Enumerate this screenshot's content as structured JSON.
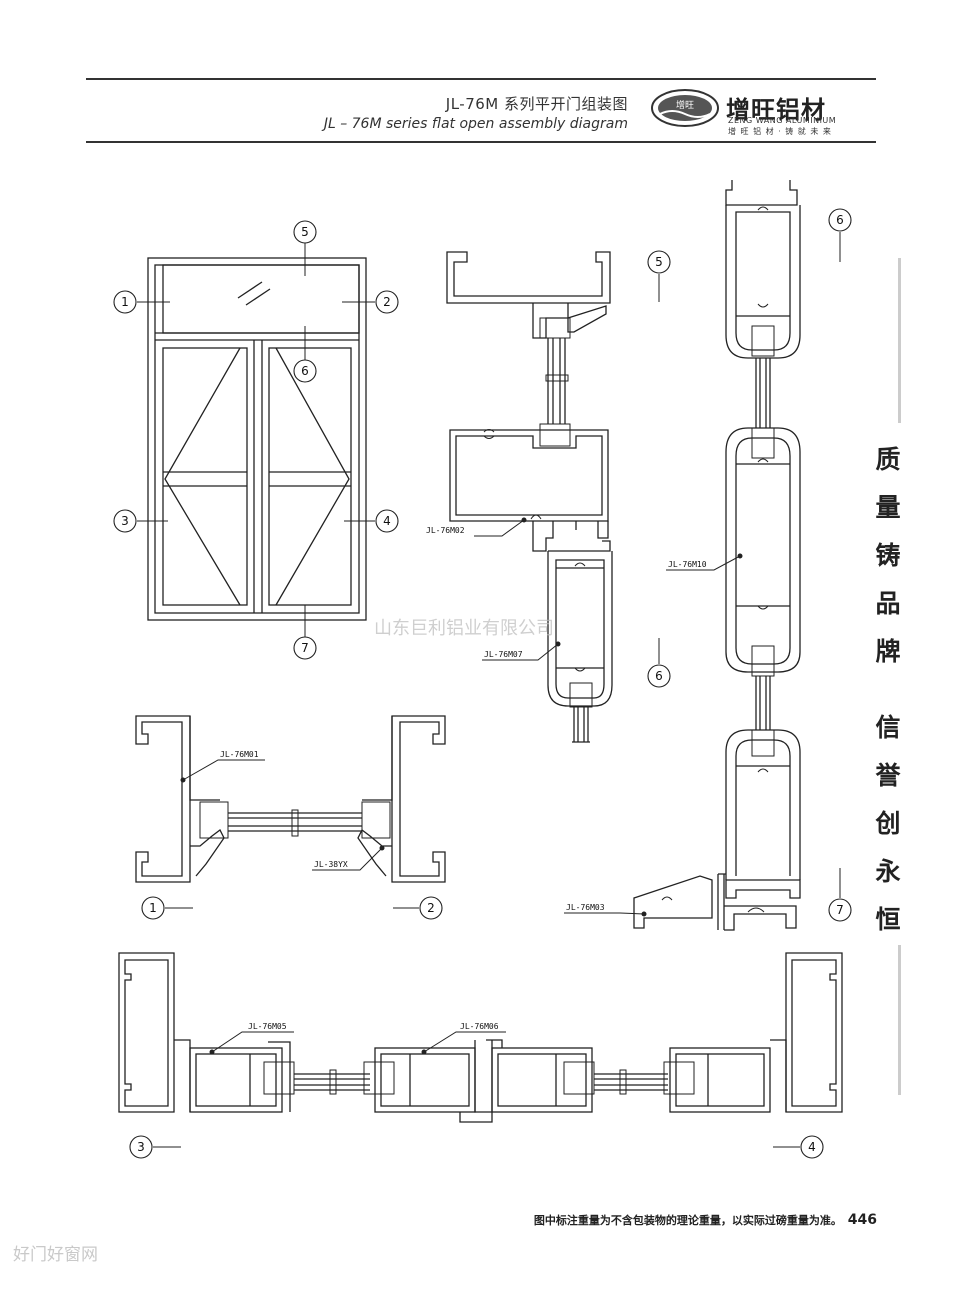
{
  "header": {
    "title_cn": "JL-76M 系列平开门组装图",
    "title_en": "JL – 76M series flat open assembly diagram"
  },
  "brand": {
    "badge_text": "增旺",
    "name_cn": "增旺铝材",
    "name_en": "ZENG WANG ALUMINIUM",
    "slogan_small": "增 旺 铝 材 · 铸 就 未 来"
  },
  "side_slogan": [
    "质",
    "量",
    "铸",
    "品",
    "牌",
    "信",
    "誉",
    "创",
    "永",
    "恒"
  ],
  "watermark": "山东巨利铝业有限公司",
  "corner_watermark": "好门好窗网",
  "footer": {
    "note": "图中标注重量为不含包装物的理论重量，以实际过磅重量为准。",
    "page_number": "446"
  },
  "callouts": {
    "n1": "1",
    "n2": "2",
    "n3": "3",
    "n4": "4",
    "n5": "5",
    "n6": "6",
    "n7": "7"
  },
  "profiles": {
    "m01": "JL-76M01",
    "m02": "JL-76M02",
    "m03": "JL-76M03",
    "m05": "JL-76M05",
    "m06": "JL-76M06",
    "m07": "JL-76M07",
    "m10": "JL-76M10",
    "yx": "JL-38YX"
  },
  "colors": {
    "line": "#222222",
    "rule": "#333333"
  }
}
